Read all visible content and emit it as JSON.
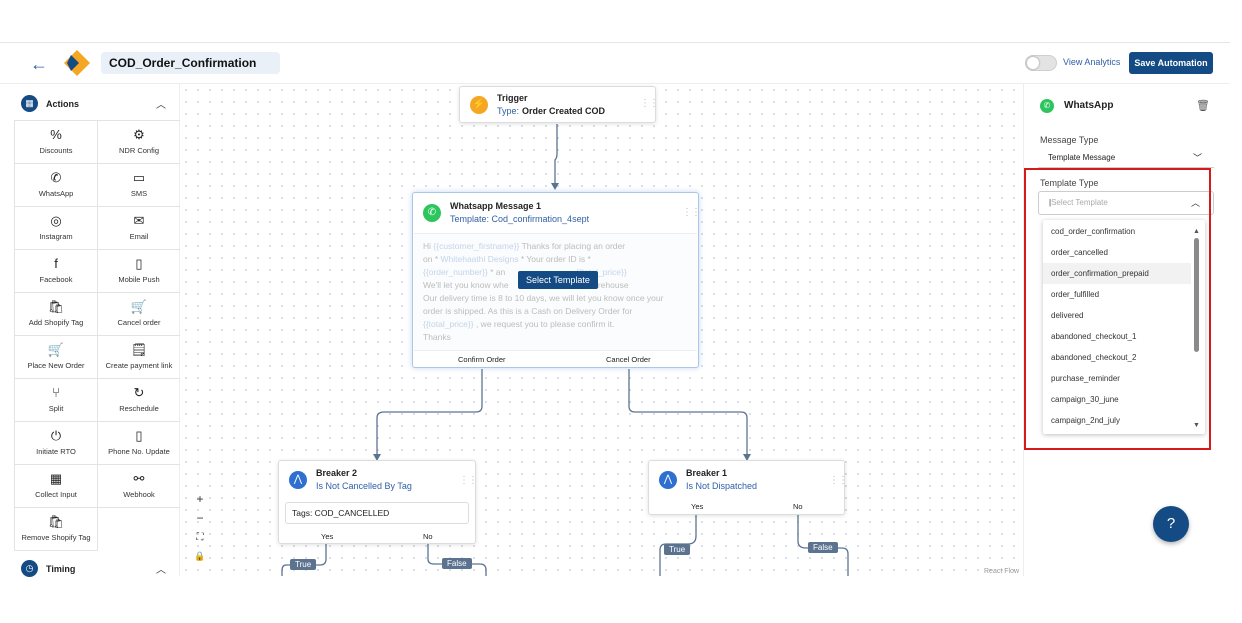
{
  "header": {
    "title": "COD_Order_Confirmation",
    "view_analytics": "View Analytics",
    "save_label": "Save Automation",
    "back_icon": "arrow-left-icon"
  },
  "sidebar": {
    "actions_title": "Actions",
    "timing_title": "Timing",
    "items": [
      {
        "label": "Discounts",
        "icon": "%"
      },
      {
        "label": "NDR Config",
        "icon": "⚙"
      },
      {
        "label": "WhatsApp",
        "icon": "✆"
      },
      {
        "label": "SMS",
        "icon": "▭"
      },
      {
        "label": "Instagram",
        "icon": "◎"
      },
      {
        "label": "Email",
        "icon": "✉"
      },
      {
        "label": "Facebook",
        "icon": "f"
      },
      {
        "label": "Mobile Push",
        "icon": "▯"
      },
      {
        "label": "Add Shopify Tag",
        "icon": "🛍"
      },
      {
        "label": "Cancel order",
        "icon": "🛒"
      },
      {
        "label": "Place New Order",
        "icon": "🛒"
      },
      {
        "label": "Create payment link",
        "icon": "🗒"
      },
      {
        "label": "Split",
        "icon": "⑂"
      },
      {
        "label": "Reschedule",
        "icon": "↻"
      },
      {
        "label": "Initiate RTO",
        "icon": "⏻"
      },
      {
        "label": "Phone No. Update",
        "icon": "▯"
      },
      {
        "label": "Collect Input",
        "icon": "▦"
      },
      {
        "label": "Webhook",
        "icon": "⚯"
      },
      {
        "label": "Remove Shopify Tag",
        "icon": "🛍"
      }
    ]
  },
  "canvas": {
    "trigger": {
      "title": "Trigger",
      "type_prefix": "Type:",
      "type_value": "Order Created COD"
    },
    "wa_message": {
      "title": "Whatsapp Message 1",
      "template": "Template: Cod_confirmation_4sept",
      "body_l1a": "Hi ",
      "var_firstname": "{{customer_firstname}}",
      "body_l1b": " Thanks for placing an order",
      "body_l2a": "on *",
      "var_store": "Whitehaathi Designs",
      "body_l2b": "* Your order ID is *",
      "var_order": "{{order_number}}",
      "body_l3a": "* an",
      "var_price": "{{total_price}}",
      "body_l4": "We'll let you know whe",
      "body_l4b": "om our warehouse",
      "body_l5": "Our delivery time is 8 to 10 days, we will let you know once your",
      "body_l6": "order is shipped. As this is a Cash on Delivery Order for",
      "var_price2": "{{total_price}}",
      "body_l7": ", we request you to please confirm it.",
      "body_l8": "Thanks",
      "select_template": "Select Template",
      "confirm": "Confirm Order",
      "cancel": "Cancel Order"
    },
    "breaker2": {
      "title": "Breaker 2",
      "subtitle": "Is Not Cancelled By Tag",
      "tags": "Tags: COD_CANCELLED",
      "yes": "Yes",
      "no": "No",
      "true_tag": "True",
      "false_tag": "False"
    },
    "breaker1": {
      "title": "Breaker 1",
      "subtitle": "Is Not Dispatched",
      "yes": "Yes",
      "no": "No",
      "true_tag": "True",
      "false_tag": "False"
    },
    "react_flow": "React Flow"
  },
  "panel": {
    "title": "WhatsApp",
    "message_type_label": "Message Type",
    "message_type_value": "Template Message",
    "template_type_label": "Template Type",
    "template_placeholder": "Select Template",
    "options": [
      "cod_order_confirmation",
      "order_cancelled",
      "order_confirmation_prepaid",
      "order_fulfilled",
      "delivered",
      "abandoned_checkout_1",
      "abandoned_checkout_2",
      "purchase_reminder",
      "campaign_30_june",
      "campaign_2nd_july"
    ]
  },
  "colors": {
    "primary": "#144b84",
    "link": "#2f5fa7",
    "whatsapp": "#2ec55e",
    "highlight": "#d61a1a"
  }
}
